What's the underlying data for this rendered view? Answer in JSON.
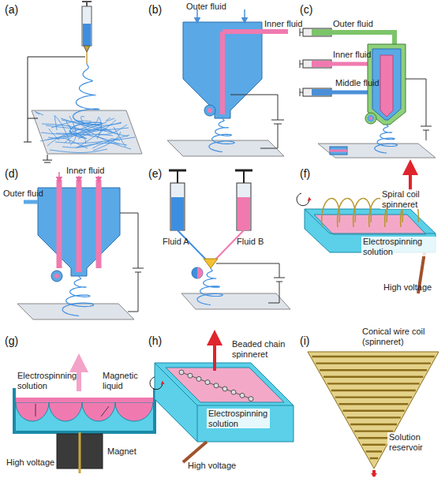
{
  "diagram": {
    "labels": [
      "(a)",
      "(b)",
      "Outer fluid",
      "Inner fluid",
      "(c)",
      "Outer fluid",
      "Inner fluid",
      "Middle fluid",
      "(d)",
      "Inner fluid",
      "Outer fluid",
      "(e)",
      "(f)",
      "Spiral coil spinneret",
      "Electrospinning solution",
      "Fluid A",
      "Fluid B",
      "High voltage",
      "(g)",
      "(h)",
      "Beaded chain spinneret",
      "(i)",
      "Conical wire coil (spinneret)",
      "Electrospinning solution",
      "Magnetic liquid",
      "Electrospinning solution",
      "Solution reservoir",
      "High voltage",
      "Magnet",
      "High voltage"
    ]
  }
}
